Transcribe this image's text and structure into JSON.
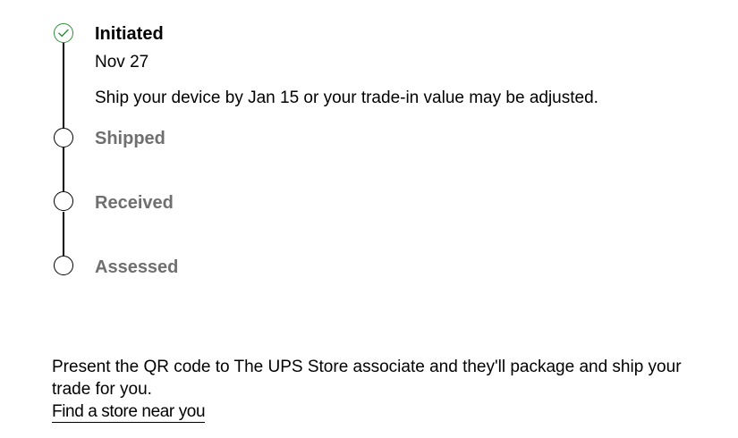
{
  "tracker": {
    "steps": [
      {
        "title": "Initiated",
        "status": "complete",
        "date": "Nov 27",
        "note": "Ship your device by Jan 15 or your trade-in value may be adjusted.",
        "icon": "check-circle-icon"
      },
      {
        "title": "Shipped",
        "status": "pending",
        "icon": "empty-circle-icon"
      },
      {
        "title": "Received",
        "status": "pending",
        "icon": "empty-circle-icon"
      },
      {
        "title": "Assessed",
        "status": "pending",
        "icon": "empty-circle-icon"
      }
    ],
    "colors": {
      "complete": "#2e8b3a",
      "pending_text": "#6f6f6f",
      "rail": "#000000"
    }
  },
  "footer": {
    "instructions": "Present the QR code to The UPS Store associate and they'll package and ship your trade for you.",
    "link_label": "Find a store near you"
  }
}
